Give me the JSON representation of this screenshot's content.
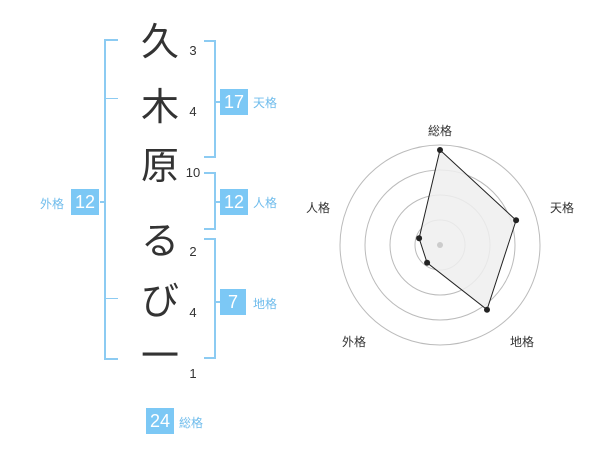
{
  "name_chars": [
    {
      "char": "久",
      "strokes": "3"
    },
    {
      "char": "木",
      "strokes": "4"
    },
    {
      "char": "原",
      "strokes": "10"
    },
    {
      "char": "る",
      "strokes": "2"
    },
    {
      "char": "び",
      "strokes": "4"
    },
    {
      "char": "一",
      "strokes": "1"
    }
  ],
  "fortune": {
    "tenkaku": {
      "label": "天格",
      "value": "17"
    },
    "jinkaku": {
      "label": "人格",
      "value": "12"
    },
    "chikaku": {
      "label": "地格",
      "value": "7"
    },
    "gaikaku": {
      "label": "外格",
      "value": "12"
    },
    "soukaku": {
      "label": "総格",
      "value": "24"
    }
  },
  "colors": {
    "accent": "#7cc8f5",
    "bracket": "#8ccbf2",
    "text": "#333333"
  },
  "chart_data": {
    "type": "radar",
    "axes": [
      "総格",
      "天格",
      "地格",
      "外格",
      "人格"
    ],
    "values": [
      0.95,
      0.8,
      0.8,
      0.22,
      0.22
    ],
    "value_range": [
      0,
      1
    ],
    "rings": 4
  }
}
